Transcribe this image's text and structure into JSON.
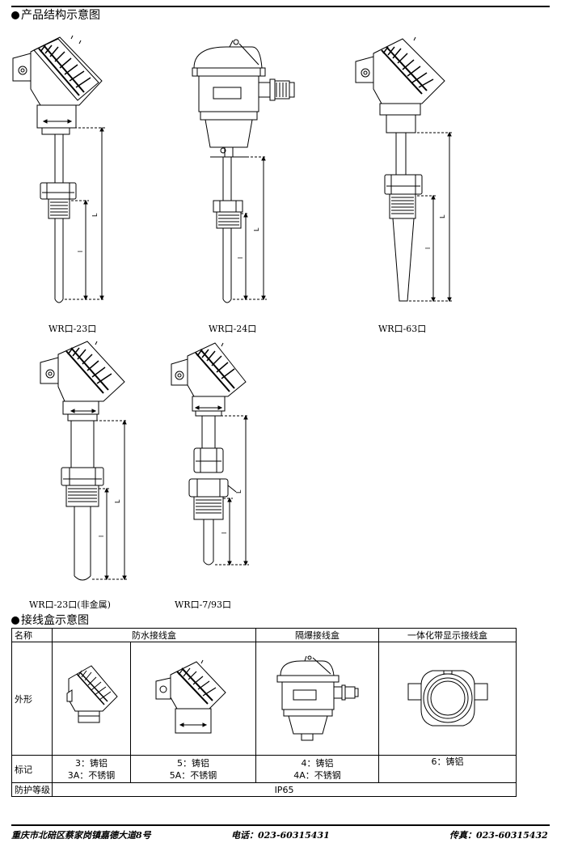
{
  "sections": {
    "structure_title": "产品结构示意图",
    "junction_title": "接线盒示意图"
  },
  "models": [
    {
      "caption": "WR口-23口"
    },
    {
      "caption": "WR口-24口"
    },
    {
      "caption": "WR口-63口"
    },
    {
      "caption": "WR口-23口(非金属)"
    },
    {
      "caption": "WR口-7/93口"
    }
  ],
  "dim_labels": {
    "L": "L",
    "l": "l"
  },
  "junction_table": {
    "col_name": "名称",
    "groups": [
      "防水接线盒",
      "隔爆接线盒",
      "一体化带显示接线盒"
    ],
    "row_shape": "外形",
    "row_mark": "标记",
    "row_protection": "防护等级",
    "marks": [
      [
        "3：铸铝",
        "3A：不锈钢"
      ],
      [
        "5：铸铝",
        "5A：不锈钢"
      ],
      [
        "4：铸铝",
        "4A：不锈钢"
      ],
      [
        "6：铸铝"
      ]
    ],
    "protection_value": "IP65"
  },
  "footer": {
    "address": "重庆市北碚区蔡家岗镇嘉德大道8号",
    "phone": "电话：023-60315431",
    "fax": "传真：023-60315432"
  }
}
